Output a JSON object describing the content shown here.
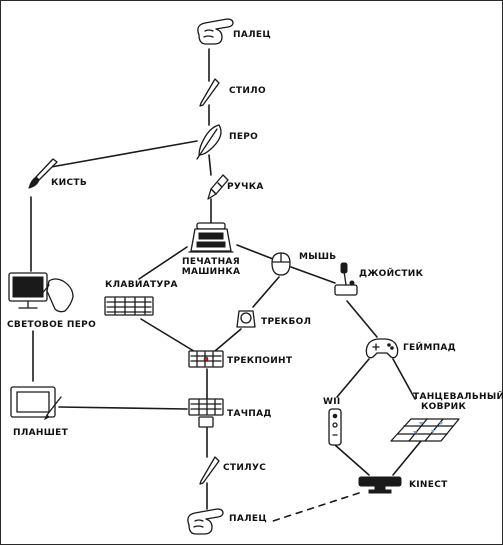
{
  "nodes": {
    "finger_top": {
      "label": "ПАЛЕЦ",
      "icon": "pointing-finger-icon"
    },
    "stylus_top": {
      "label": "СТИЛО",
      "icon": "stylus-icon"
    },
    "feather": {
      "label": "ПЕРО",
      "icon": "quill-icon"
    },
    "brush": {
      "label": "КИСТЬ",
      "icon": "brush-icon"
    },
    "pen": {
      "label": "РУЧКА",
      "icon": "fountain-pen-icon"
    },
    "typewriter": {
      "label_line1": "ПЕЧАТНАЯ",
      "label_line2": "МАШИНКА",
      "icon": "typewriter-icon"
    },
    "mouse": {
      "label": "МЫШЬ",
      "icon": "mouse-icon"
    },
    "joystick": {
      "label": "ДЖОЙСТИК",
      "icon": "joystick-icon"
    },
    "light_pen": {
      "label": "СВЕТОВОЕ ПЕРО",
      "icon": "light-pen-monitor-icon"
    },
    "keyboard": {
      "label": "КЛАВИАТУРА",
      "icon": "keyboard-icon"
    },
    "trackball": {
      "label": "ТРЕКБОЛ",
      "icon": "trackball-icon"
    },
    "gamepad": {
      "label": "ГЕЙМПАД",
      "icon": "gamepad-icon"
    },
    "trackpoint": {
      "label": "ТРЕКПОИНТ",
      "icon": "trackpoint-keyboard-icon"
    },
    "tablet": {
      "label": "ПЛАНШЕТ",
      "icon": "graphics-tablet-icon"
    },
    "touchpad": {
      "label": "ТАЧПАД",
      "icon": "touchpad-icon"
    },
    "wii": {
      "label": "WII",
      "icon": "wii-remote-icon"
    },
    "dance_mat": {
      "label_line1": "ТАНЦЕВАЛЬНЫЙ",
      "label_line2": "КОВРИК",
      "icon": "dance-mat-icon"
    },
    "stylus_bottom": {
      "label": "СТИЛУС",
      "icon": "stylus-icon"
    },
    "kinect": {
      "label": "KINECT",
      "icon": "kinect-icon"
    },
    "finger_bottom": {
      "label": "ПАЛЕЦ",
      "icon": "pointing-finger-icon"
    }
  },
  "edges": [
    [
      "finger_top",
      "stylus_top"
    ],
    [
      "stylus_top",
      "feather"
    ],
    [
      "feather",
      "brush"
    ],
    [
      "feather",
      "pen"
    ],
    [
      "pen",
      "typewriter"
    ],
    [
      "brush",
      "light_pen"
    ],
    [
      "light_pen",
      "tablet"
    ],
    [
      "typewriter",
      "keyboard"
    ],
    [
      "typewriter",
      "mouse"
    ],
    [
      "mouse",
      "joystick"
    ],
    [
      "mouse",
      "trackball"
    ],
    [
      "keyboard",
      "trackpoint"
    ],
    [
      "trackball",
      "trackpoint"
    ],
    [
      "trackpoint",
      "touchpad"
    ],
    [
      "tablet",
      "touchpad"
    ],
    [
      "touchpad",
      "stylus_bottom"
    ],
    [
      "stylus_bottom",
      "finger_bottom"
    ],
    [
      "joystick",
      "gamepad"
    ],
    [
      "gamepad",
      "wii"
    ],
    [
      "gamepad",
      "dance_mat"
    ],
    [
      "wii",
      "kinect"
    ],
    [
      "dance_mat",
      "kinect"
    ],
    [
      "kinect",
      "finger_bottom",
      "dashed"
    ]
  ]
}
